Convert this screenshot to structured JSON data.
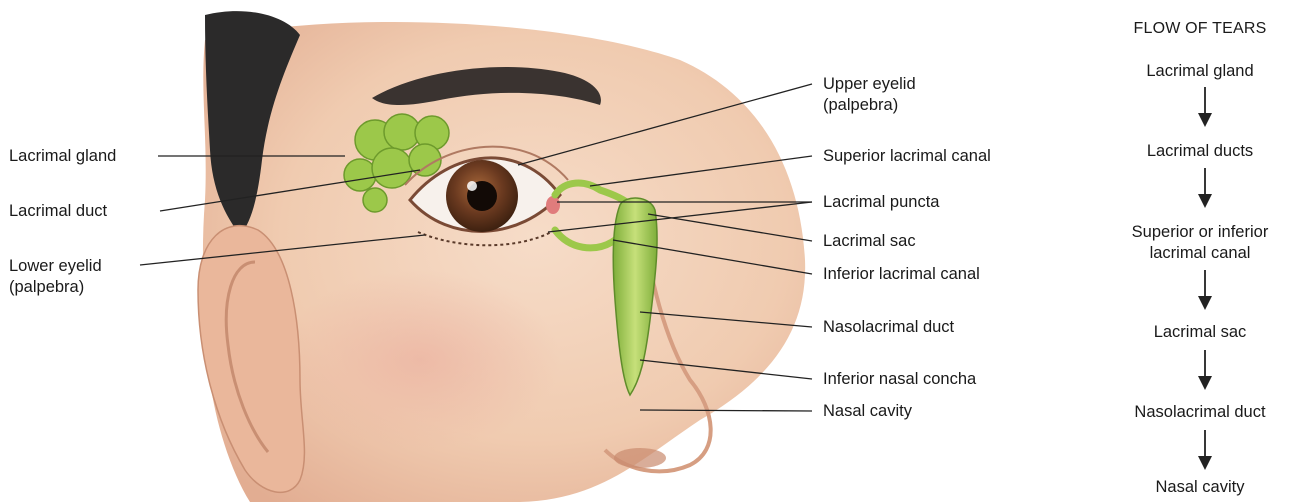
{
  "labels_left": [
    {
      "id": "lacrimal-gland",
      "text": "Lacrimal gland"
    },
    {
      "id": "lacrimal-duct",
      "text": "Lacrimal duct"
    },
    {
      "id": "lower-eyelid",
      "lines": [
        "Lower eyelid",
        "(palpebra)"
      ]
    }
  ],
  "labels_right": [
    {
      "id": "upper-eyelid",
      "lines": [
        "Upper eyelid",
        "(palpebra)"
      ]
    },
    {
      "id": "superior-lacrimal-canal",
      "text": "Superior lacrimal canal"
    },
    {
      "id": "lacrimal-puncta",
      "text": "Lacrimal puncta"
    },
    {
      "id": "lacrimal-sac",
      "text": "Lacrimal sac"
    },
    {
      "id": "inferior-lacrimal-canal",
      "text": "Inferior lacrimal canal"
    },
    {
      "id": "nasolacrimal-duct",
      "text": "Nasolacrimal duct"
    },
    {
      "id": "inferior-nasal-concha",
      "text": "Inferior nasal concha"
    },
    {
      "id": "nasal-cavity",
      "text": "Nasal cavity"
    }
  ],
  "flow": {
    "title": "FLOW OF TEARS",
    "steps": [
      {
        "lines": [
          "Lacrimal gland"
        ]
      },
      {
        "lines": [
          "Lacrimal ducts"
        ]
      },
      {
        "lines": [
          "Superior or inferior",
          "lacrimal canal"
        ]
      },
      {
        "lines": [
          "Lacrimal sac"
        ]
      },
      {
        "lines": [
          "Nasolacrimal duct"
        ]
      },
      {
        "lines": [
          "Nasal cavity"
        ]
      }
    ]
  },
  "colors": {
    "skin": "#f2cfb6",
    "skin_shadow": "#e3b196",
    "hair": "#2b2a2a",
    "brow": "#3a3330",
    "iris": "#6b3a20",
    "gland": "#9cc84a",
    "leader": "#222222"
  }
}
